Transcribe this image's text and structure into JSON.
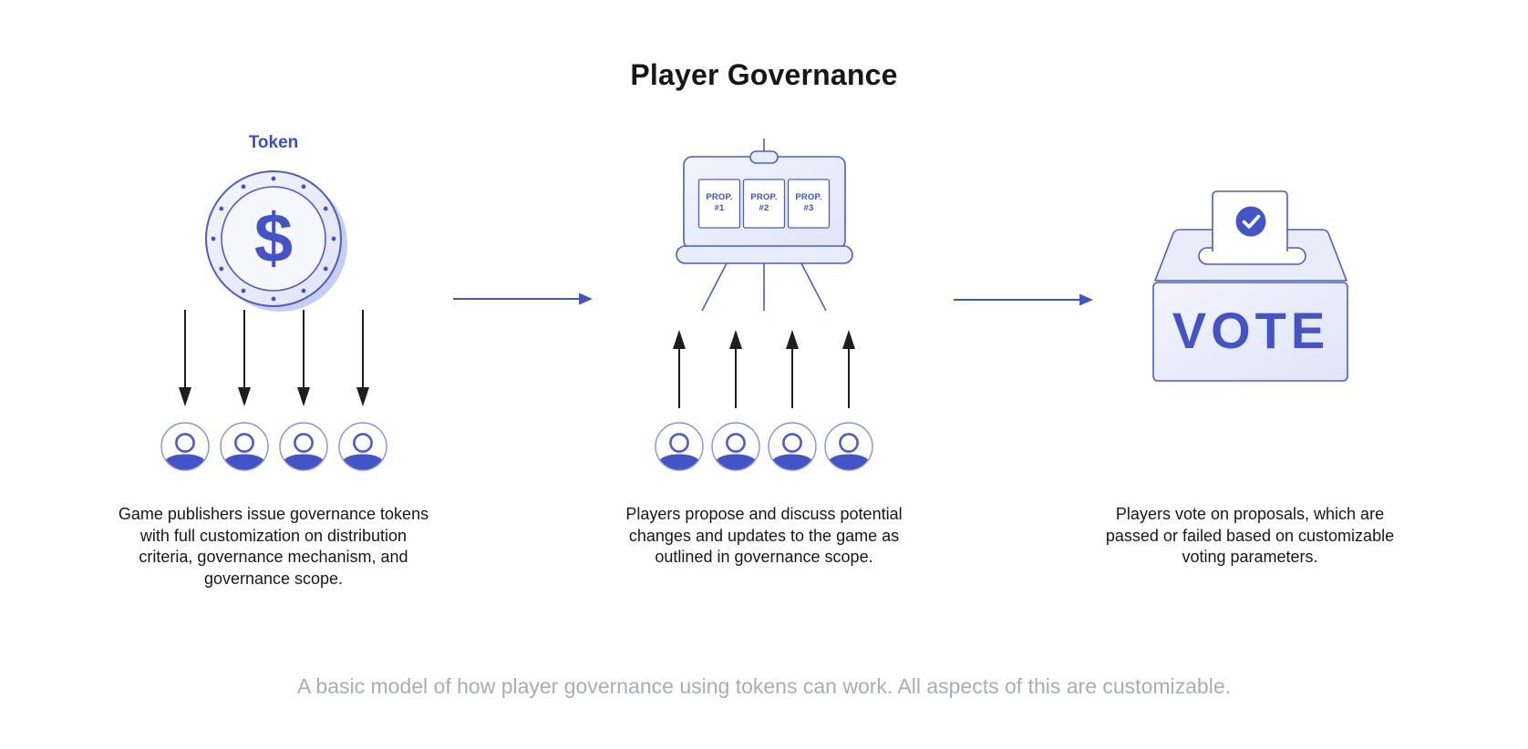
{
  "title": "Player Governance",
  "caption": "A basic model of how player governance using tokens can work. All aspects of this are customizable.",
  "colors": {
    "accent": "#4254c8",
    "accent_stroke": "#4d5ccb",
    "accent_light_stroke": "#8591dc",
    "label_blue": "#3a4fc6",
    "light_fill": "#e9ecf9",
    "lighter_fill": "#f6f7fd",
    "coin_shadow": "#c6cef2",
    "grad_from": "#f3f5fc",
    "grad_to": "#dfe4f7",
    "arrow_black": "#1e1e1e",
    "text_dark": "#171717",
    "caption_gray": "#a7acb6"
  },
  "stage1": {
    "label": "Token",
    "coin_symbol": "$",
    "description": "Game publishers issue governance tokens\nwith full customization on distribution\ncriteria, governance mechanism, and\ngovernance scope."
  },
  "stage2": {
    "cards": [
      {
        "line1": "PROP.",
        "line2": "#1"
      },
      {
        "line1": "PROP.",
        "line2": "#2"
      },
      {
        "line1": "PROP.",
        "line2": "#3"
      }
    ],
    "description": "Players propose and discuss potential\nchanges and updates to the game as\noutlined in governance scope."
  },
  "stage3": {
    "vote_label": "VOTE",
    "check_symbol": "✓",
    "description": "Players vote on proposals, which are\npassed or failed based on customizable\nvoting parameters."
  }
}
